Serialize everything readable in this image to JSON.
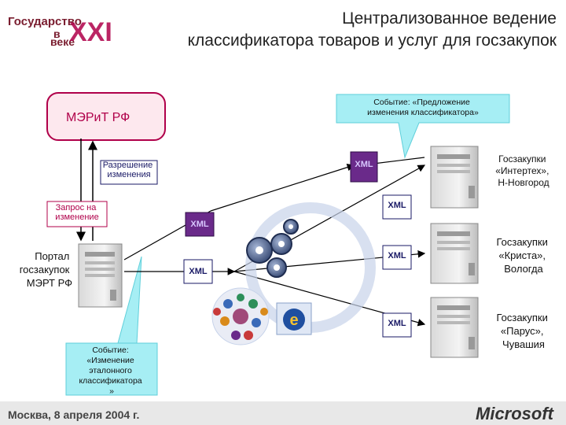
{
  "logo": {
    "line1": "Государство",
    "line2": "в",
    "line3": "веке",
    "mark": "XXI"
  },
  "title": {
    "line1": "Централизованное ведение",
    "line2": "классификатора товаров и услуг для госзакупок"
  },
  "nodes": {
    "mert": "МЭРиТ РФ",
    "permit": "Разрешение изменения",
    "request": "Запрос на изменение",
    "portal": "Портал госзакупок МЭРТ РФ"
  },
  "event_top": "Событие: «Предложение изменения классификатора»",
  "event_bottom": "Событие: «Изменение эталонного классификатора»",
  "xml_label": "XML",
  "servers": [
    {
      "label": "Госзакупки «Интертех», Н-Новгород"
    },
    {
      "label": "Госзакупки «Криста», Вологда"
    },
    {
      "label": "Госзакупки «Парус», Чувашия"
    }
  ],
  "footer": {
    "text": "Москва, 8 апреля 2004 г.",
    "brand": "Microsoft"
  },
  "colors": {
    "mert_border": "#b0004a",
    "mert_fill": "#fde8ee",
    "callout": "#a6eef4",
    "arrow": "#000000",
    "xml_purple": "#6a2a8a"
  },
  "icons": [
    "gears-icon",
    "molecule-icon",
    "e-document-icon",
    "server-icon"
  ]
}
